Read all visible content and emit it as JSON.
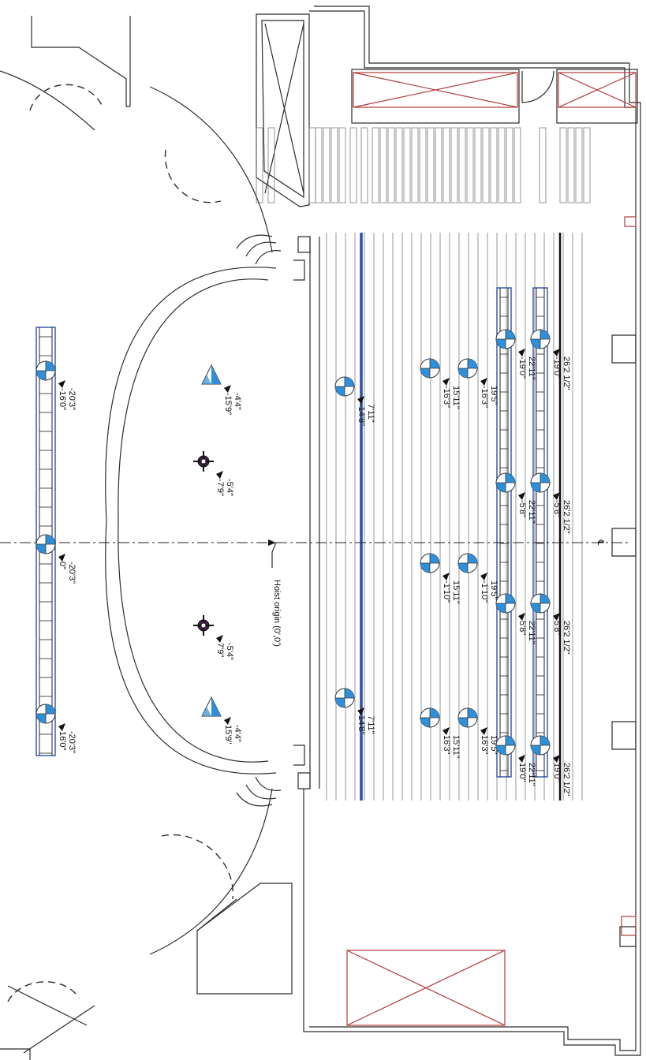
{
  "colors": {
    "line": "#2b2b2b",
    "batten": "#8c8c8c",
    "highlight_batten": "#2d4fa8",
    "fixture_blue": "#2f8fd8",
    "storage_red": "#b23a3a"
  },
  "labels": {
    "hoist_origin": "Hoist origin (0',0')",
    "centerline_symbol": "℄"
  },
  "fixtures": [
    {
      "type": "speaker",
      "label": "-20'3\"\n-16'0\""
    },
    {
      "type": "speaker",
      "label": "-20'3\"\n0\""
    },
    {
      "type": "speaker",
      "label": "-20'3\"\n16'0\""
    },
    {
      "type": "triangle",
      "label": "-4'4\"\n-15'9\""
    },
    {
      "type": "triangle",
      "label": "-4'4\"\n15'9\""
    },
    {
      "type": "target",
      "label": "-5'4\"\n-7'9\""
    },
    {
      "type": "target",
      "label": "-5'4\"\n7'9\""
    },
    {
      "type": "speaker",
      "label": "7'11\"\n-14'8\""
    },
    {
      "type": "speaker",
      "label": "7'11\"\n14'8\""
    },
    {
      "type": "speaker",
      "label": "15'11\"\n-16'3\""
    },
    {
      "type": "speaker",
      "label": "19'5\"\n-16'3\""
    },
    {
      "type": "speaker",
      "label": "15'11\"\n-1'10\""
    },
    {
      "type": "speaker",
      "label": "19'5\"\n-1'10\""
    },
    {
      "type": "speaker",
      "label": "15'11\"\n16'3\""
    },
    {
      "type": "speaker",
      "label": "19'5\"\n16'3\""
    },
    {
      "type": "speaker",
      "label": "22'11\"\n-19'0\""
    },
    {
      "type": "speaker",
      "label": "22'11\"\n-5'8\""
    },
    {
      "type": "speaker",
      "label": "22'11\"\n5'8\""
    },
    {
      "type": "speaker",
      "label": "22'11\"\n19'0\""
    },
    {
      "type": "speaker",
      "label": "26'2 1/2\"\n-19'0\""
    },
    {
      "type": "speaker",
      "label": "26'2 1/2\"\n-5'8\""
    },
    {
      "type": "speaker",
      "label": "26'2 1/2\"\n5'8\""
    },
    {
      "type": "speaker",
      "label": "26'2 1/2\"\n19'0\""
    }
  ]
}
